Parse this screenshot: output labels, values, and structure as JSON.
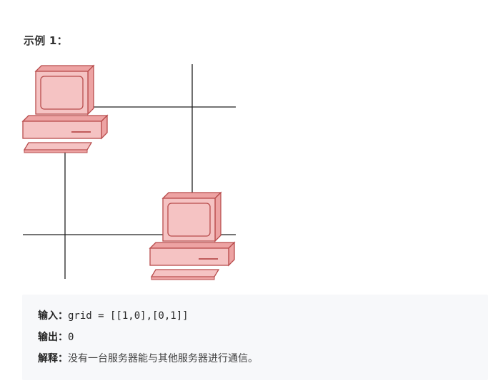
{
  "heading": "示例 1：",
  "figure": {
    "icon": "computer-icon",
    "colors": {
      "fill": "#f5c3c3",
      "fill_dark": "#eda3a3",
      "stroke": "#b84c4c",
      "line": "#222222"
    }
  },
  "example": {
    "input_label": "输入：",
    "input_value": "grid = [[1,0],[0,1]]",
    "output_label": "输出：",
    "output_value": "0",
    "explain_label": "解释：",
    "explain_value": "没有一台服务器能与其他服务器进行通信。"
  }
}
